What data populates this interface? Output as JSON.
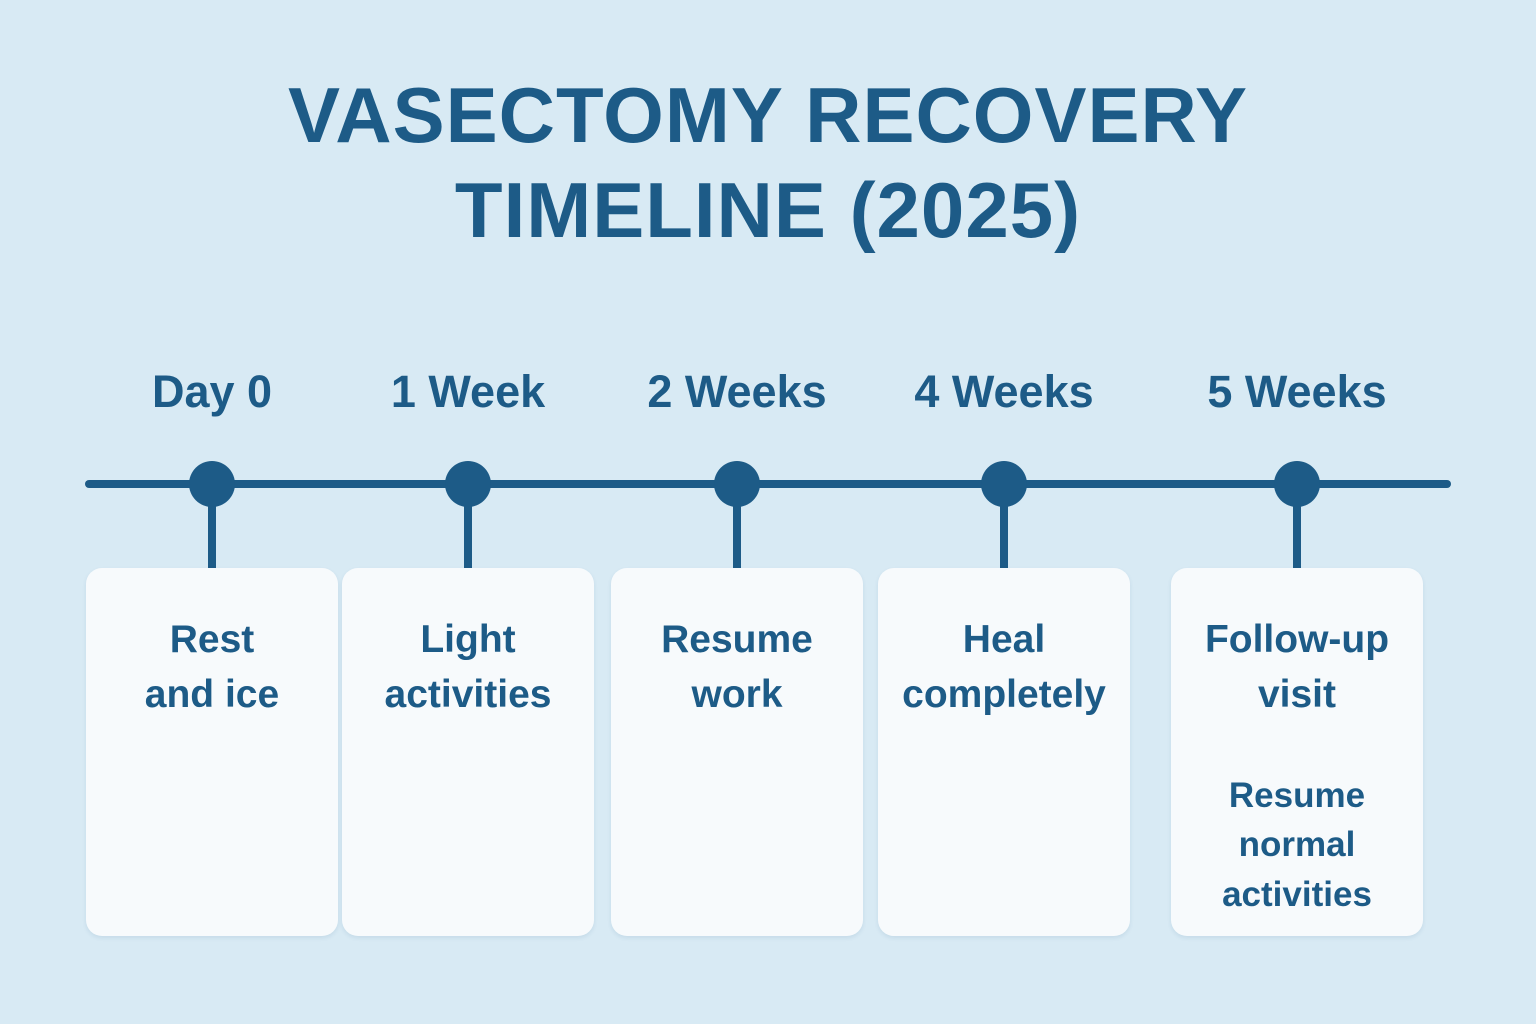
{
  "title": "VASECTOMY RECOVERY\nTIMELINE (2025)",
  "colors": {
    "background": "#d8eaf4",
    "accent": "#1d5b87",
    "card_background": "#f7fafc"
  },
  "timeline": {
    "milestones": [
      {
        "label": "Day 0",
        "text": "Rest\nand ice"
      },
      {
        "label": "1 Week",
        "text": "Light\nactivities"
      },
      {
        "label": "2 Weeks",
        "text": "Resume\nwork"
      },
      {
        "label": "4 Weeks",
        "text": "Heal\ncompletely"
      },
      {
        "label": "5 Weeks",
        "text": "Follow-up\nvisit",
        "text2": "Resume\nnormal\nactivities"
      }
    ]
  }
}
